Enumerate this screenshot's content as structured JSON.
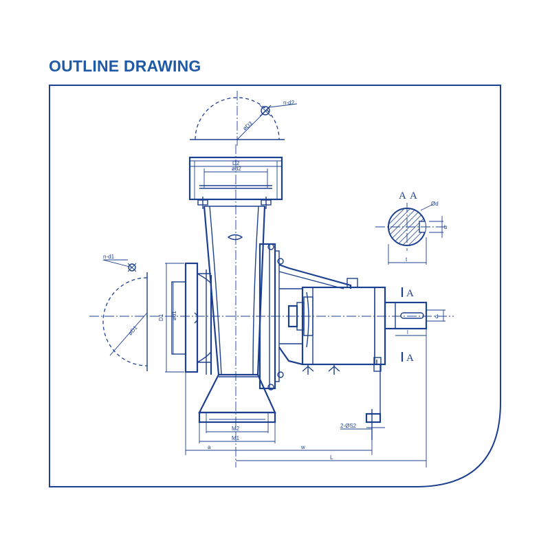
{
  "page": {
    "title": "OUTLINE DRAWING"
  },
  "drawing": {
    "labels": {
      "flange_top_bolt": "n-d2",
      "flange_top_pcd": "øD3",
      "flange_top_od": "D2",
      "flange_top_id": "ød2",
      "flange_side_bolt": "n-d1",
      "flange_side_pcd": "øD1",
      "flange_side_od": "D1",
      "flange_side_id": "ød1",
      "base_width_inner": "M2",
      "base_width_outer": "M1",
      "foot_holes": "2-ØS2",
      "dim_a": "a",
      "dim_w": "w",
      "dim_l": "L",
      "dim_l1": "l",
      "dim_d": "d",
      "section_a1": "A",
      "section_a2": "A",
      "section_mark_top": "A",
      "section_mark_bottom": "A",
      "shaft_dia": "Ød",
      "keyway_t": "t",
      "keyway_b": "b"
    }
  }
}
